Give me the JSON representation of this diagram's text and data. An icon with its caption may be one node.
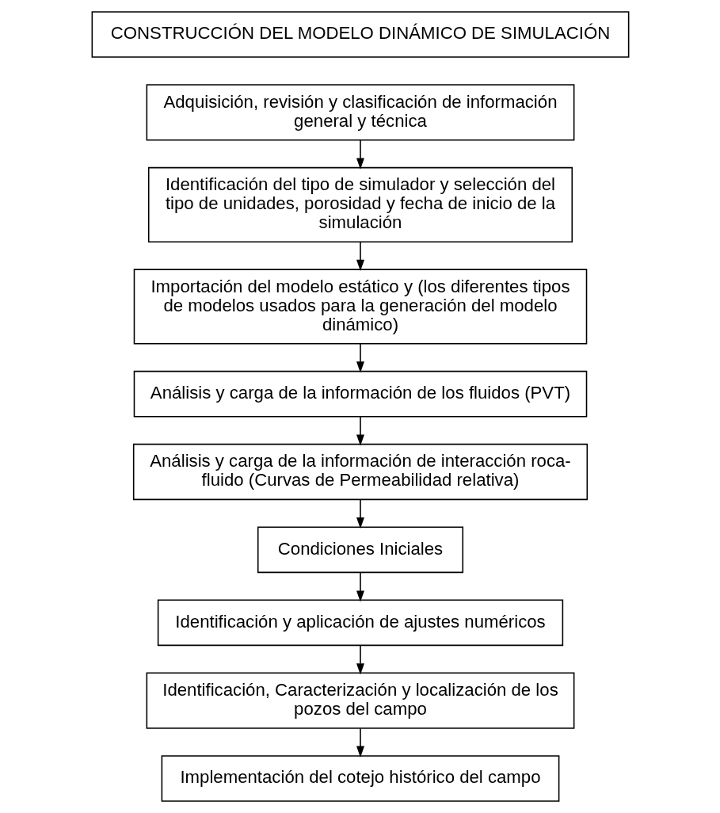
{
  "diagram": {
    "nodes": [
      {
        "text": [
          "CONSTRUCCIÓN DEL MODELO DINÁMICO DE SIMULACIÓN"
        ]
      },
      {
        "text": [
          "Adquisición, revisión y clasificación de información general y técnica"
        ]
      },
      {
        "text": [
          "Identificación del tipo de simulador y selección del tipo de unidades, porosidad y fecha de inicio de la simulación"
        ]
      },
      {
        "text": [
          "Importación del modelo estático y (los diferentes tipos de modelos usados para la generación del modelo dinámico)"
        ]
      },
      {
        "text": [
          "Análisis y carga de la información de los fluidos (PVT)"
        ]
      },
      {
        "text": [
          "Análisis y carga de la información de interacción roca-fluido (Curvas de Permeabilidad relativa)"
        ]
      },
      {
        "text": [
          "Condiciones Iniciales"
        ]
      },
      {
        "text": [
          "Identificación y aplicación de ajustes numéricos"
        ]
      },
      {
        "text": [
          "Identificación, Caracterización y localización de los pozos del campo"
        ]
      },
      {
        "text": [
          "Implementación del cotejo histórico del campo"
        ]
      }
    ],
    "edges": [
      {
        "from": 1,
        "to": 2,
        "arrow": "to"
      },
      {
        "from": 2,
        "to": 3,
        "arrow": "to"
      },
      {
        "from": 3,
        "to": 4,
        "arrow": "to"
      },
      {
        "from": 4,
        "to": 5,
        "arrow": "to"
      },
      {
        "from": 5,
        "to": 6,
        "arrow": "to"
      },
      {
        "from": 6,
        "to": 7,
        "arrow": "to"
      },
      {
        "from": 7,
        "to": 8,
        "arrow": "to"
      },
      {
        "from": 8,
        "to": 9,
        "arrow": "to"
      }
    ]
  }
}
